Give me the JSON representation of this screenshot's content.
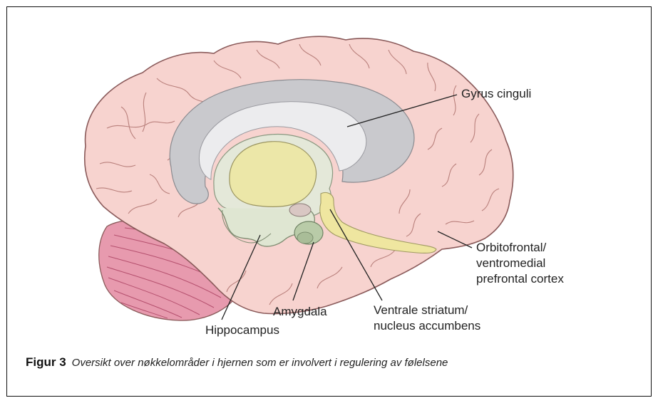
{
  "labels": {
    "gyrus_cinguli": "Gyrus cinguli",
    "orbitofrontal_1": "Orbitofrontal/",
    "orbitofrontal_2": "ventromedial",
    "orbitofrontal_3": "prefrontal cortex",
    "ventrale_1": "Ventrale striatum/",
    "ventrale_2": "nucleus accumbens",
    "amygdala": "Amygdala",
    "hippocampus": "Hippocampus"
  },
  "caption": {
    "figure": "Figur 3",
    "text": "Oversikt over nøkkelområder i hjernen som er involvert i regulering av følelsene"
  },
  "colors": {
    "cortex": "#f7d3cf",
    "cortex_outline": "#8a5a5a",
    "cerebellum": "#e79aae",
    "cingulate": "#c9c9cd",
    "thalamus": "#ece7a8",
    "limbic": "#dfe6d2",
    "amygdala": "#b9cba8",
    "striatum": "#efe6a0"
  }
}
